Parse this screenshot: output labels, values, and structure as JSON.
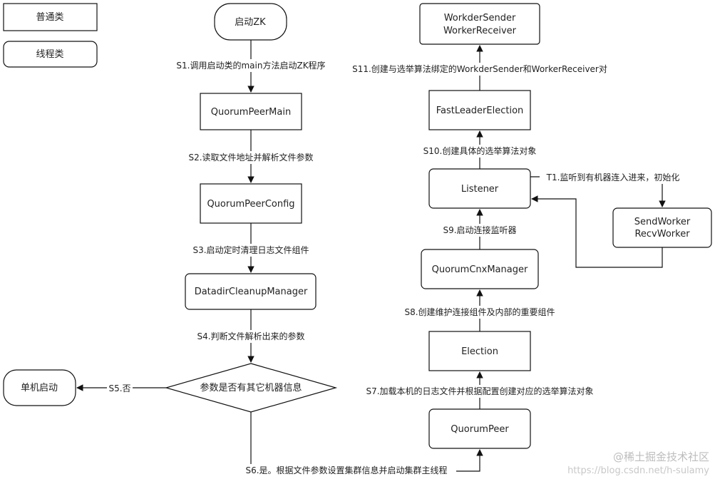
{
  "legend": {
    "normal": "普通类",
    "thread": "线程类"
  },
  "nodes": {
    "start_zk": "启动ZK",
    "quorum_peer_main": "QuorumPeerMain",
    "quorum_peer_config": "QuorumPeerConfig",
    "datadir_cleanup_manager": "DatadirCleanupManager",
    "decision": "参数是否有其它机器信息",
    "standalone": "单机启动",
    "quorum_peer": "QuorumPeer",
    "election": "Election",
    "quorum_cnx_manager": "QuorumCnxManager",
    "listener": "Listener",
    "fast_leader_election": "FastLeaderElection",
    "sender_receiver_line1": "WorkderSender",
    "sender_receiver_line2": "WorkerReceiver",
    "send_recv_line1": "SendWorker",
    "send_recv_line2": "RecvWorker"
  },
  "steps": {
    "s1": "S1.调用启动类的main方法启动ZK程序",
    "s2": "S2.读取文件地址并解析文件参数",
    "s3": "S3.启动定时清理日志文件组件",
    "s4": "S4.判断文件解析出来的参数",
    "s5": "S5.否",
    "s6": "S6.是。根据文件参数设置集群信息并启动集群主线程",
    "s7": "S7.加载本机的日志文件并根据配置创建对应的选举算法对象",
    "s8": "S8.创建维护连接组件及内部的重要组件",
    "s9": "S9.启动连接监听器",
    "s10": "S10.创建具体的选举算法对象",
    "s11": "S11.创建与选举算法绑定的WorkderSender和WorkerReceiver对",
    "t1": "T1.监听到有机器连入进来，初始化"
  },
  "watermark": {
    "brand": "@稀土掘金技术社区",
    "url": "https://blog.csdn.net/h-sulamy"
  }
}
